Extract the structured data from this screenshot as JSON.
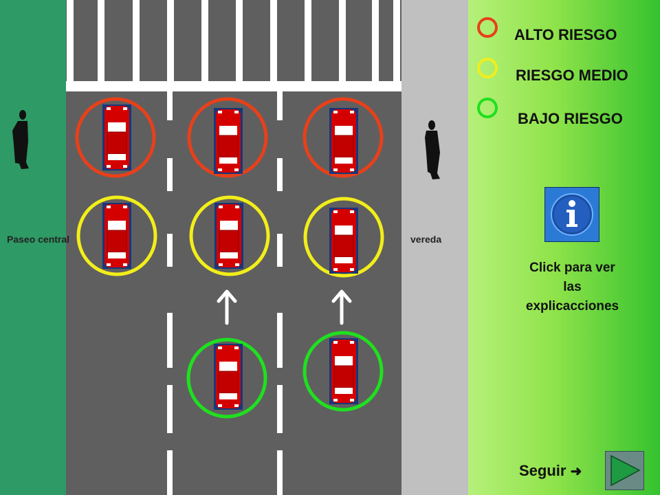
{
  "street": {
    "median_label": "Paseo central",
    "sidewalk_label": "vereda"
  },
  "legend": [
    {
      "label": "ALTO RIESGO",
      "color": "#e8401a"
    },
    {
      "label": "RIESGO MEDIO",
      "color": "#f2ee1a"
    },
    {
      "label": "BAJO RIESGO",
      "color": "#1fe01f"
    }
  ],
  "info": {
    "icon": "info-icon",
    "text_lines": [
      "Click para ver",
      "las",
      "explicacciones"
    ]
  },
  "nav": {
    "next_label": "Seguir",
    "next_arrow": "arrow-right-icon",
    "next_icon": "play-icon"
  },
  "colors": {
    "high_risk": "#e8401a",
    "medium_risk": "#f2ee1a",
    "low_risk": "#1fe01f",
    "car_body": "#d40000",
    "road": "#5f5f5f"
  },
  "cars": [
    {
      "lane": "left",
      "risk": "high"
    },
    {
      "lane": "center",
      "risk": "high"
    },
    {
      "lane": "right",
      "risk": "high"
    },
    {
      "lane": "left",
      "risk": "medium"
    },
    {
      "lane": "center",
      "risk": "medium"
    },
    {
      "lane": "right",
      "risk": "medium"
    },
    {
      "lane": "center",
      "risk": "low"
    },
    {
      "lane": "right",
      "risk": "low"
    }
  ]
}
